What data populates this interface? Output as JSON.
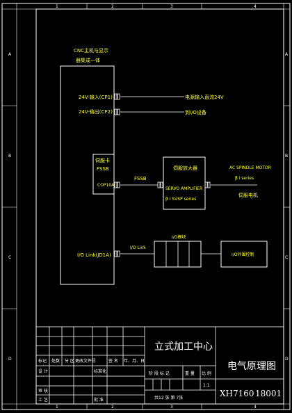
{
  "frame": {
    "col_numbers": [
      "1",
      "2",
      "3",
      "4"
    ],
    "row_letters": [
      "A",
      "B",
      "C",
      "D"
    ]
  },
  "cnc_unit": {
    "title_line1": "CNC主机与显示",
    "title_line2": "器集成一体",
    "port_24v_in": "24V-输入(CP1)",
    "port_24v_out": "24V-输出(CP2)",
    "servo_card_line1": "伺服卡",
    "servo_card_line2": "FSSB",
    "cop10a": "COP10A",
    "io_link_port": "I/O Link(JD1A)"
  },
  "connections": {
    "power_input": "电源输入直流24V",
    "to_io_devices": "到I/O设备",
    "fssb": "FSSB",
    "io_link": "I/O Link"
  },
  "servo_amp": {
    "title": "伺服放大器",
    "model_line1": "SERVO AMPLIFIER",
    "model_line2": "β i SVSP series"
  },
  "spindle_motor": {
    "line1": "AC SPINDLE MOTOR",
    "line2": "β i series",
    "line3": "伺服电机"
  },
  "io_module": {
    "title": "I/O模块",
    "device": "I/O外围控制"
  },
  "title_block": {
    "project": "立式加工中心",
    "drawing_title": "电气原理图",
    "drawing_no": "XH7160",
    "drawing_code": "18001",
    "col_mark": "标记",
    "col_count": "处数",
    "col_zone": "分 区",
    "col_change_doc": "更改文件号",
    "col_sign": "签 名",
    "col_date": "年、月、日",
    "design": "设 计",
    "standardize": "标准化",
    "review": "审 核",
    "process": "工 艺",
    "approve": "批 准",
    "stage_mark": "阶 段 标 记",
    "weight": "重 量",
    "scale_label": "比 例",
    "scale_value": "1:1",
    "sheets": "共12 张   第 7张"
  }
}
